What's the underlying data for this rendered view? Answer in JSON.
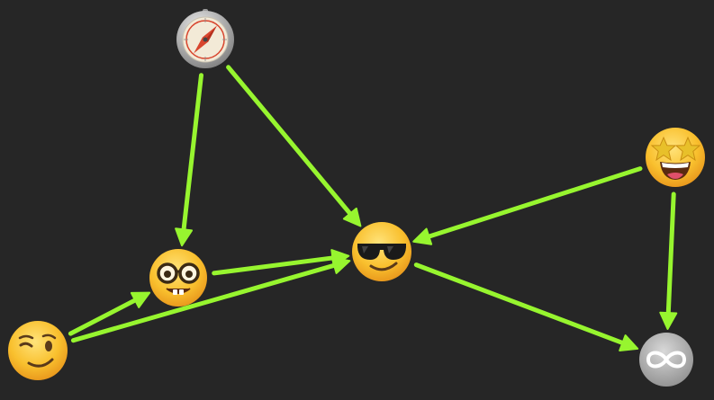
{
  "colors": {
    "background": "#262626",
    "edge": "#97f52f",
    "face": "#f7b928",
    "face_dark": "#e8931b",
    "feature": "#5a3a1a"
  },
  "nodes": [
    {
      "id": "compass",
      "icon": "compass-icon"
    },
    {
      "id": "star-struck",
      "icon": "star-struck-face-icon"
    },
    {
      "id": "sunglasses",
      "icon": "sunglasses-face-icon"
    },
    {
      "id": "nerd",
      "icon": "nerd-face-icon"
    },
    {
      "id": "wink",
      "icon": "winking-face-icon"
    },
    {
      "id": "infinity",
      "icon": "infinity-icon"
    }
  ],
  "edges": [
    {
      "from": "compass",
      "to": "nerd"
    },
    {
      "from": "compass",
      "to": "sunglasses"
    },
    {
      "from": "star-struck",
      "to": "sunglasses"
    },
    {
      "from": "star-struck",
      "to": "infinity"
    },
    {
      "from": "nerd",
      "to": "sunglasses"
    },
    {
      "from": "wink",
      "to": "nerd"
    },
    {
      "from": "wink",
      "to": "sunglasses"
    },
    {
      "from": "sunglasses",
      "to": "infinity"
    }
  ]
}
